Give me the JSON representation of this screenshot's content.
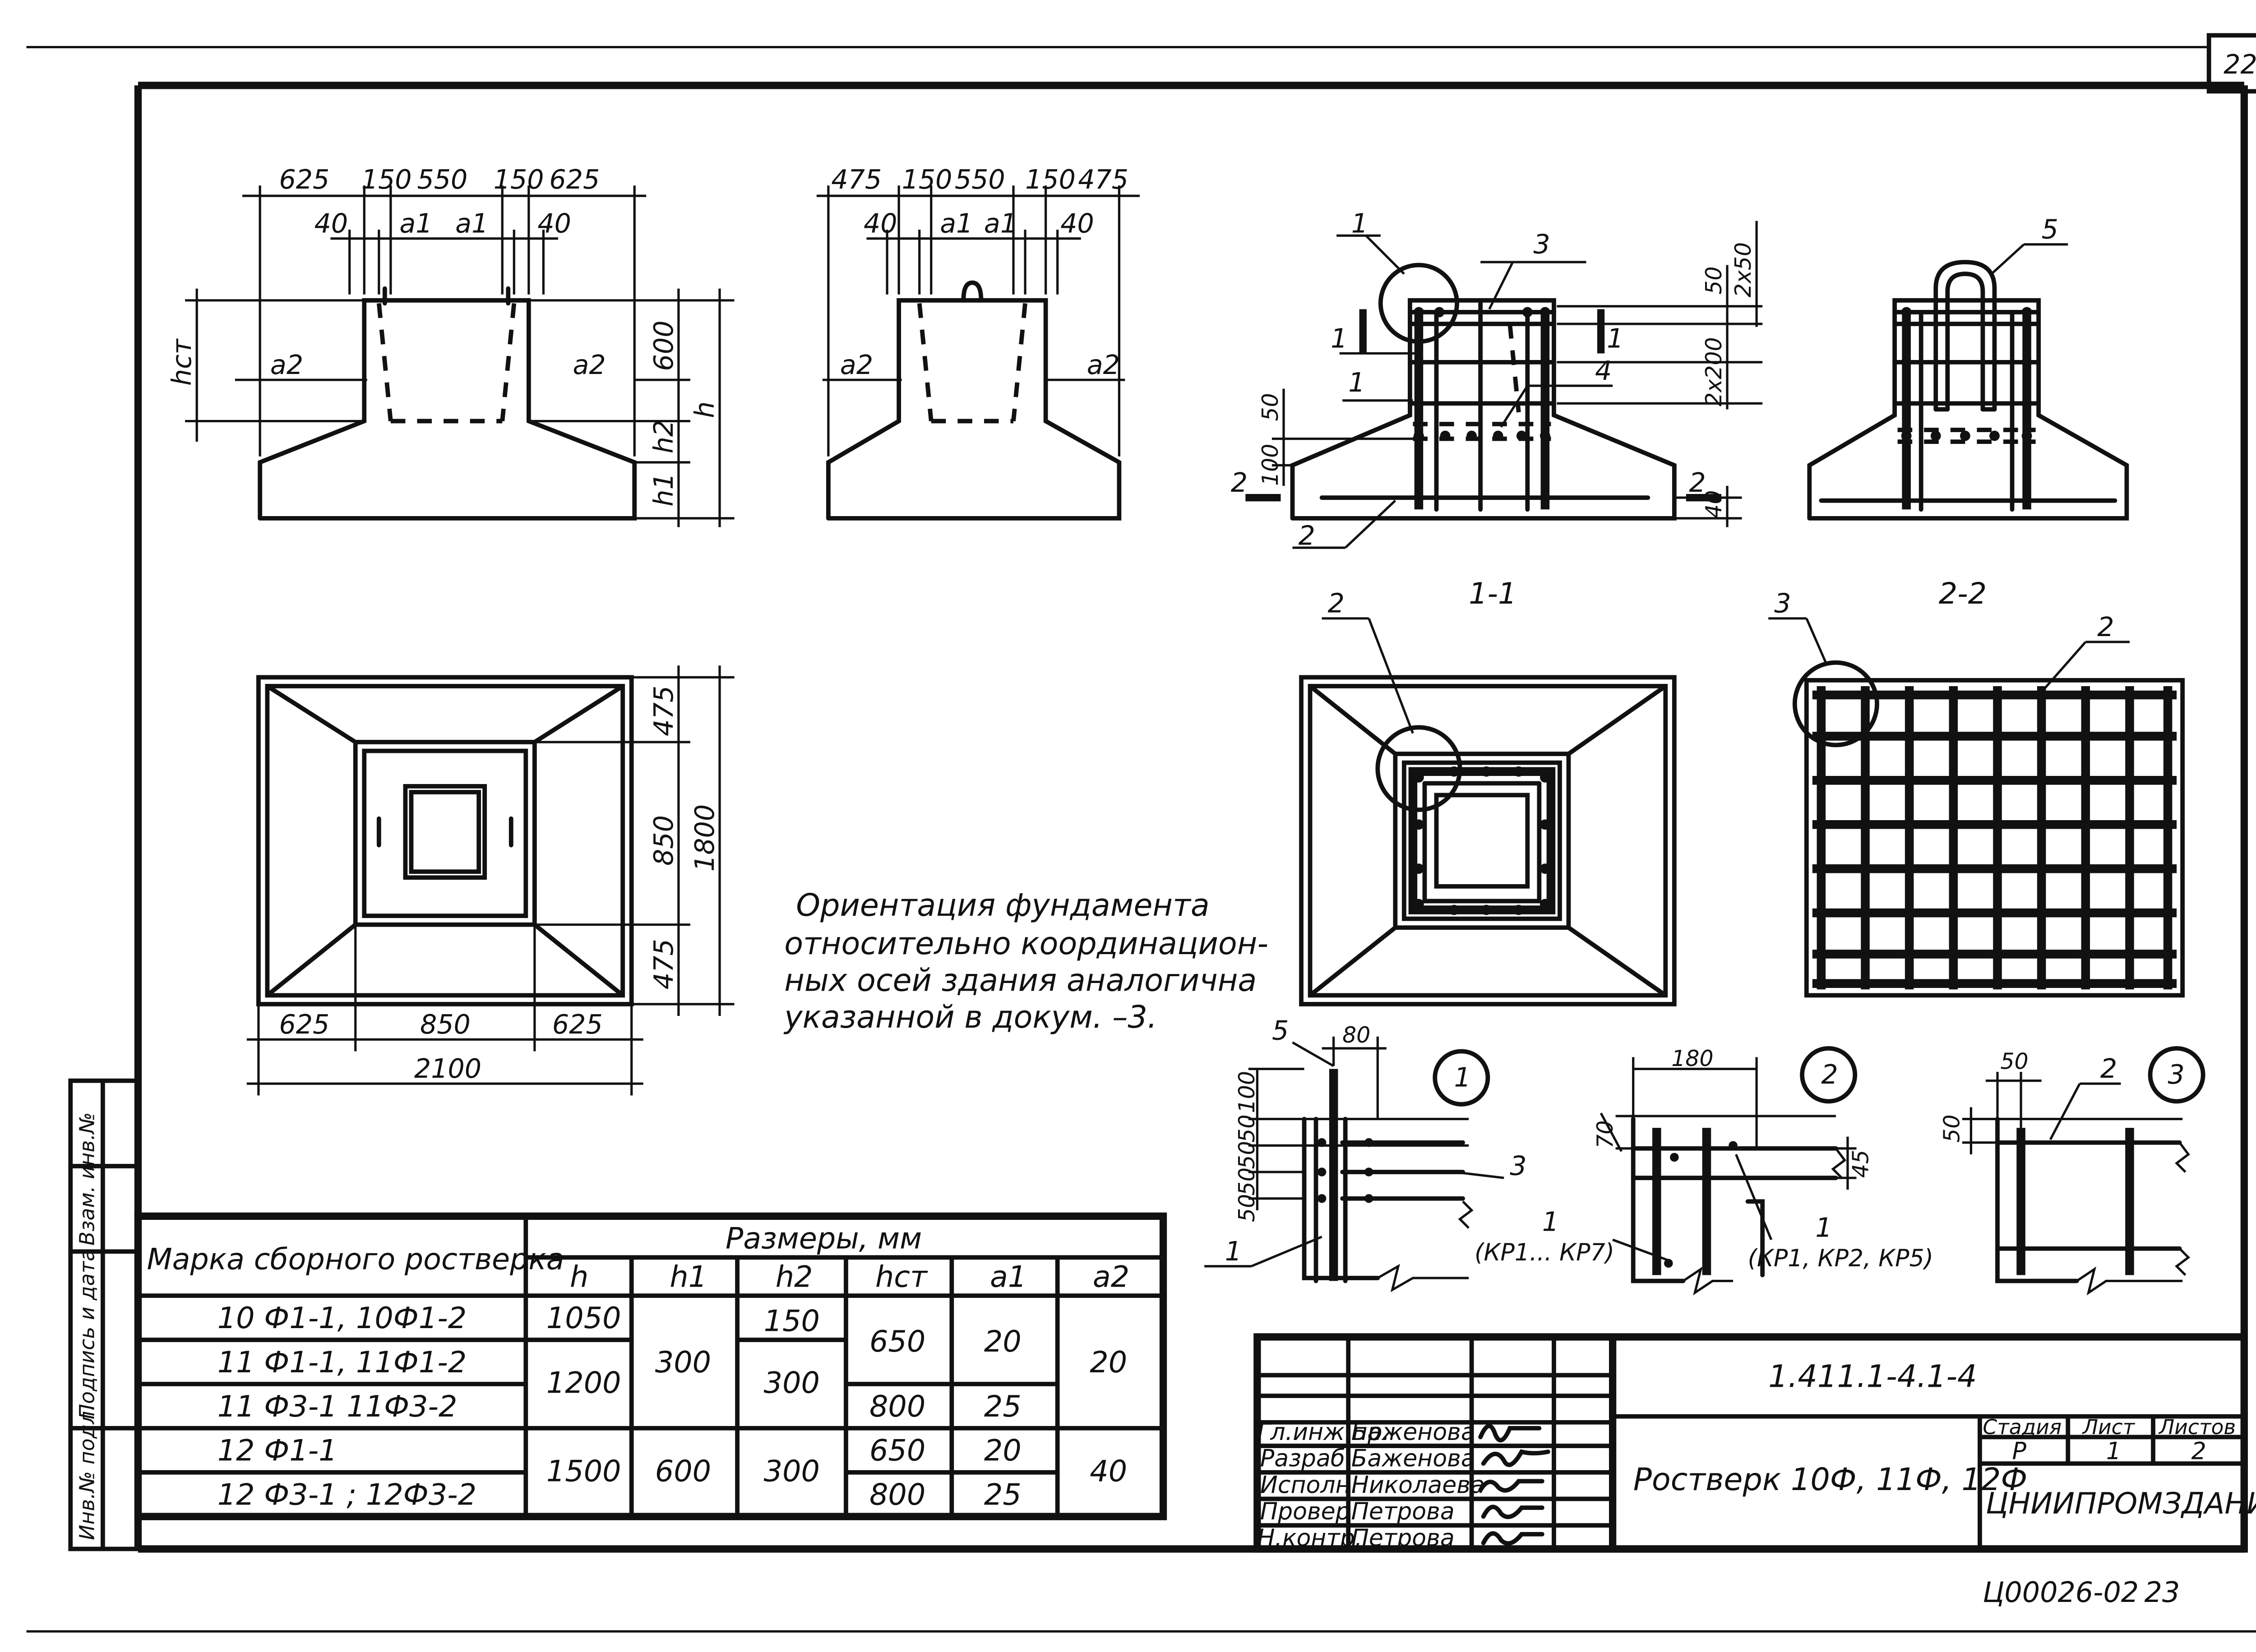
{
  "sheet_corner_number": "22",
  "bottom_code": "Ц00026-02",
  "bottom_page": "23",
  "elevation_left": {
    "top_dims": [
      "625",
      "150",
      "550",
      "150",
      "625"
    ],
    "sub_dims": [
      "40",
      "a1",
      "a1",
      "40"
    ],
    "a2_left": "a2",
    "a2_right": "a2",
    "hst": "hст",
    "h": "h",
    "h2": "h2",
    "h1": "h1",
    "dim600": "600"
  },
  "elevation_mid": {
    "top_dims": [
      "475",
      "150",
      "550",
      "150",
      "475"
    ],
    "sub_dims": [
      "40",
      "a1",
      "a1",
      "40"
    ],
    "a2_left": "a2",
    "a2_right": "a2"
  },
  "section_reinf": {
    "callout_1": "1",
    "callout_3": "3",
    "callout_4": "4",
    "callout_2": "2",
    "cut_1a": "1",
    "cut_1b": "1",
    "cut_2a": "2",
    "cut_2b": "2",
    "dim_50": "50",
    "dim_2x50": "2x50",
    "dim_2x200": "2x200",
    "dim_left_50": "50",
    "dim_left_100": "100",
    "dim_40": "40"
  },
  "section_loop": {
    "callout_5": "5"
  },
  "plan_view": {
    "right_dims": [
      "475",
      "850",
      "475"
    ],
    "right_total": "1800",
    "bottom_dims": [
      "625",
      "850",
      "625"
    ],
    "bottom_total": "2100"
  },
  "note": {
    "lines": [
      "Ориентация фундамента",
      "относительно координацион-",
      "ных осей здания аналогична",
      "указанной в докум. –3."
    ]
  },
  "section_11": {
    "title": "1-1",
    "callout": "2"
  },
  "section_22": {
    "title": "2-2",
    "callout_3": "3",
    "callout_2": "2"
  },
  "detail_1": {
    "num": "1",
    "callout_5": "5",
    "callout_3": "3",
    "callout_1": "1",
    "dim_80": "80",
    "dims_left": [
      "100",
      "50",
      "50",
      "50",
      "50"
    ]
  },
  "detail_2": {
    "num": "2",
    "dim_180": "180",
    "dim_70": "70",
    "dim_45": "45",
    "label_a_num": "1",
    "label_a_text": "(КР1... КР7)",
    "label_b_num": "1",
    "label_b_text": "(КР1, КР2, КР5)"
  },
  "detail_3": {
    "num": "3",
    "dim_50a": "50",
    "dim_50b": "50",
    "callout_2": "2"
  },
  "side_stamp": [
    "Инв.№ подл.",
    "Подпись и дата",
    "Взам. инв.№"
  ],
  "table": {
    "header_mark": "Марка сборного ростверка",
    "header_sizes": "Размеры, мм",
    "cols": [
      "h",
      "h1",
      "h2",
      "hст",
      "a1",
      "a2"
    ],
    "marks": [
      "10 Ф1-1,  10Ф1-2",
      "11 Ф1-1,  11Ф1-2",
      "11 Ф3-1   11Ф3-2",
      "12 Ф1-1",
      "12 Ф3-1 ;  12Ф3-2"
    ],
    "h_values": [
      "1050",
      "1200",
      "1500"
    ],
    "h1_values": [
      "300",
      "600"
    ],
    "h2_values": [
      "150",
      "300",
      "300"
    ],
    "hst_values": [
      "650",
      "800",
      "650",
      "800"
    ],
    "a1_values": [
      "20",
      "25",
      "20",
      "25"
    ],
    "a2_values": [
      "20",
      "40"
    ]
  },
  "title_block": {
    "roles": [
      "Гл.инж.пр.",
      "Разраб.",
      "Исполн.",
      "Провер.",
      "Н.контр."
    ],
    "names": [
      "Баженова",
      "Баженова",
      "Николаева",
      "Петрова",
      "Петрова"
    ],
    "doc_code": "1.411.1-4.1-4",
    "doc_title": "Ростверк 10Ф, 11Ф, 12Ф",
    "stage_label": "Стадия",
    "sheet_label": "Лист",
    "sheets_label": "Листов",
    "stage": "Р",
    "sheet": "1",
    "sheets": "2",
    "org": "ЦНИИПРОМЗДАНИЙ"
  }
}
